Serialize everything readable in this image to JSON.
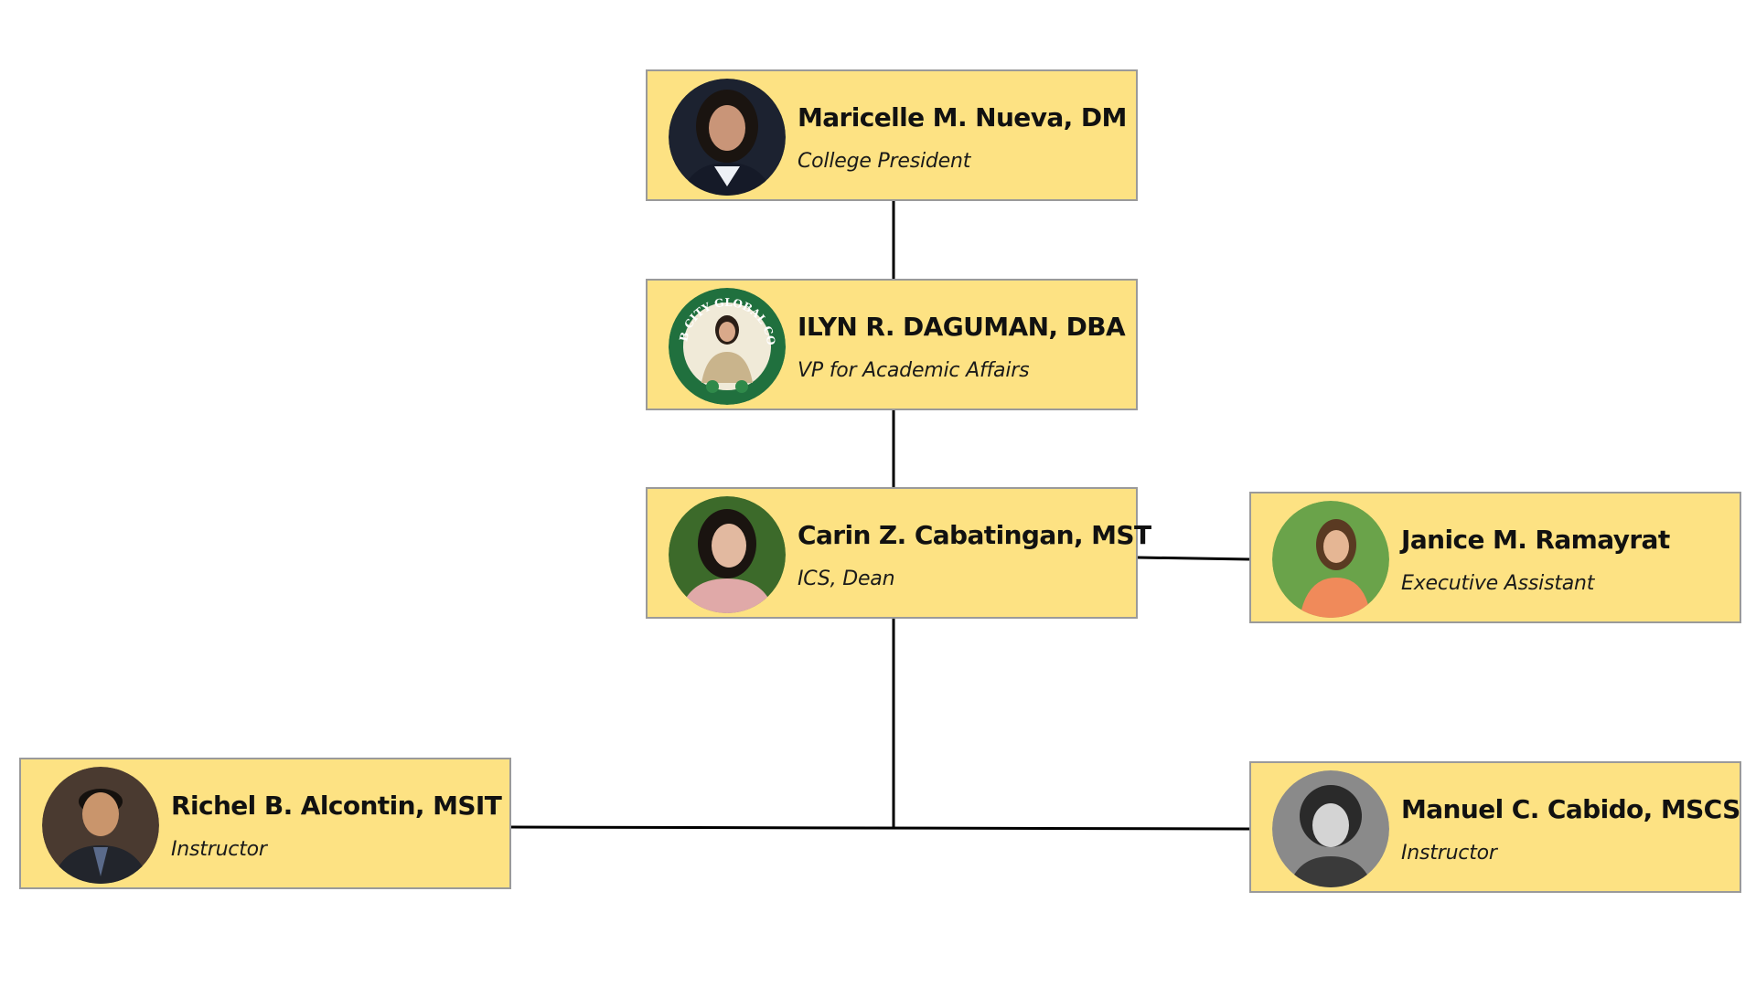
{
  "org_chart": {
    "nodes": {
      "president": {
        "name": "Maricelle M. Nueva, DM",
        "title": "College President"
      },
      "vp": {
        "name": "ILYN R. DAGUMAN, DBA",
        "title": "VP for Academic Affairs",
        "badge_text": "TANGUB CITY GLOBAL COLLEGE"
      },
      "dean": {
        "name": "Carin Z. Cabatingan, MST",
        "title": "ICS, Dean"
      },
      "assistant": {
        "name": "Janice M. Ramayrat",
        "title": "Executive Assistant"
      },
      "alcontin": {
        "name": "Richel B. Alcontin, MSIT",
        "title": "Instructor"
      },
      "cabido": {
        "name": "Manuel C. Cabido, MSCS",
        "title": "Instructor"
      }
    },
    "colors": {
      "node_fill": "#fde283",
      "node_border": "#9a9a9a",
      "connector": "#000000"
    }
  }
}
